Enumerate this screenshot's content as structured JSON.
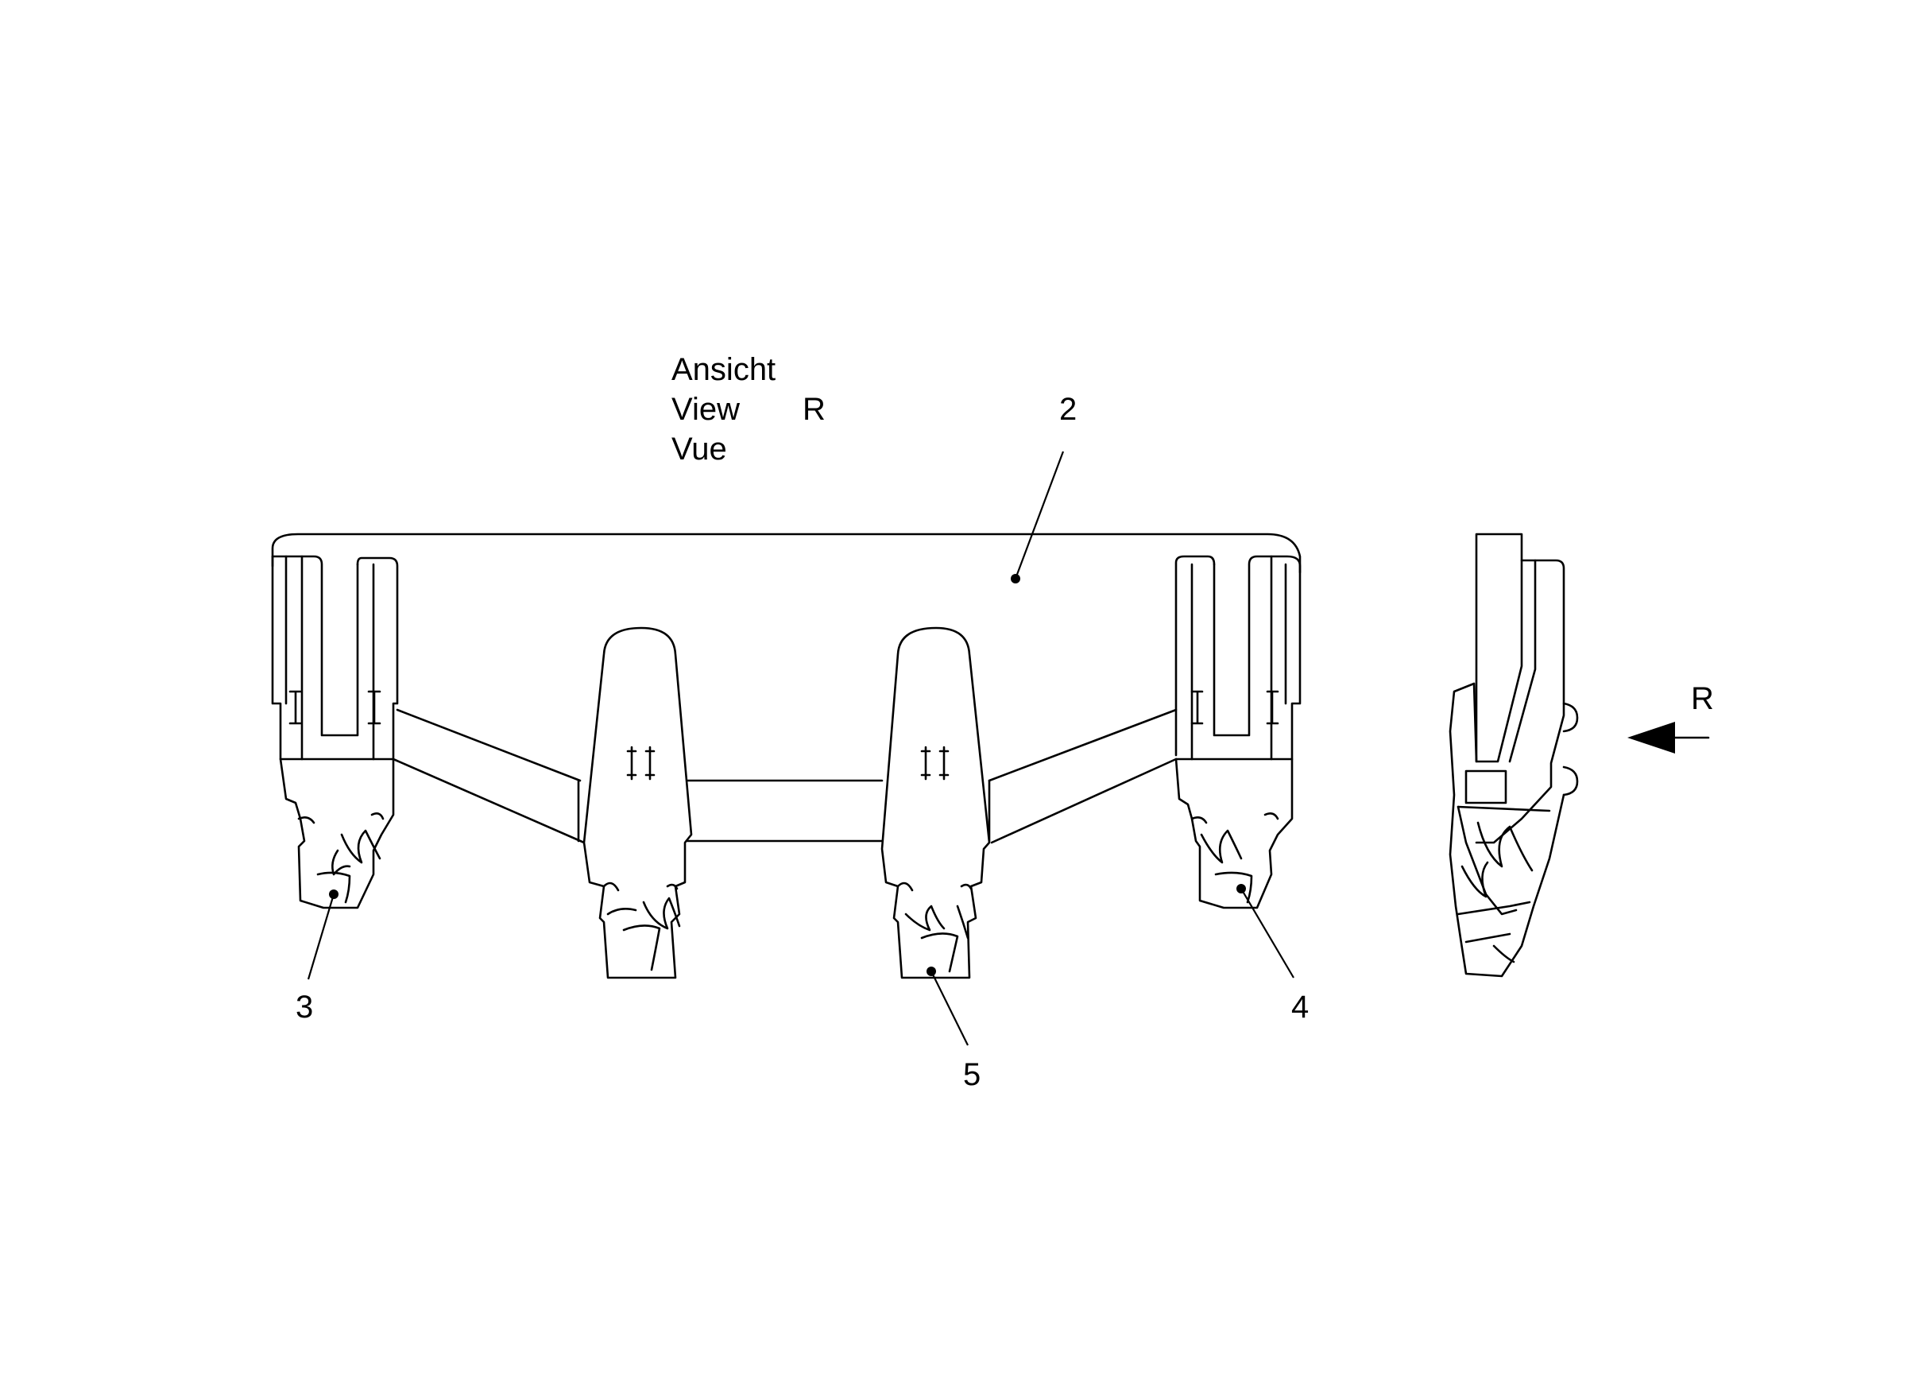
{
  "view_label": {
    "line1": "Ansicht",
    "line2": "View",
    "line3": "Vue",
    "view_letter": "R"
  },
  "callouts": [
    {
      "id": "2",
      "text": "2"
    },
    {
      "id": "3",
      "text": "3"
    },
    {
      "id": "4",
      "text": "4"
    },
    {
      "id": "5",
      "text": "5"
    }
  ],
  "side_view_arrow": {
    "letter": "R"
  },
  "colors": {
    "line": "#000000",
    "background": "#ffffff"
  }
}
